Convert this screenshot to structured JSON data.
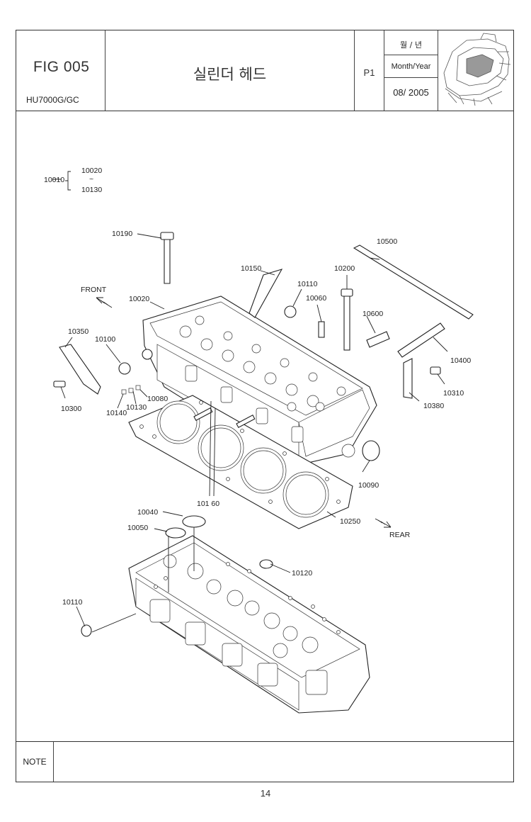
{
  "header": {
    "fig": "FIG 005",
    "model": "HU7000G/GC",
    "title": "실린더 헤드",
    "page_ref": "P1",
    "month_year_kr": "월 / 년",
    "month_year_en": "Month/Year",
    "date": "08/ 2005"
  },
  "diagram": {
    "assembly": {
      "main": "10010",
      "from": "10020",
      "tilde": "~",
      "to": "10130"
    },
    "callouts": {
      "p10190": "10190",
      "p10150": "10150",
      "p10110a": "10110",
      "p10060": "10060",
      "p10200": "10200",
      "p10500": "10500",
      "p10600": "10600",
      "p10020": "10020",
      "p10350": "10350",
      "p10100": "10100",
      "p10400": "10400",
      "p10310": "10310",
      "p10380": "10380",
      "p10300": "10300",
      "p10140": "10140",
      "p10130": "10130",
      "p10080": "10080",
      "p10090": "10090",
      "p10160": "101 60",
      "p10040": "10040",
      "p10050": "10050",
      "p10250": "10250",
      "p10120": "10120",
      "p10110b": "10110"
    },
    "front_label": "FRONT",
    "rear_label": "REAR"
  },
  "footer": {
    "note_label": "NOTE",
    "page_number": "14"
  }
}
